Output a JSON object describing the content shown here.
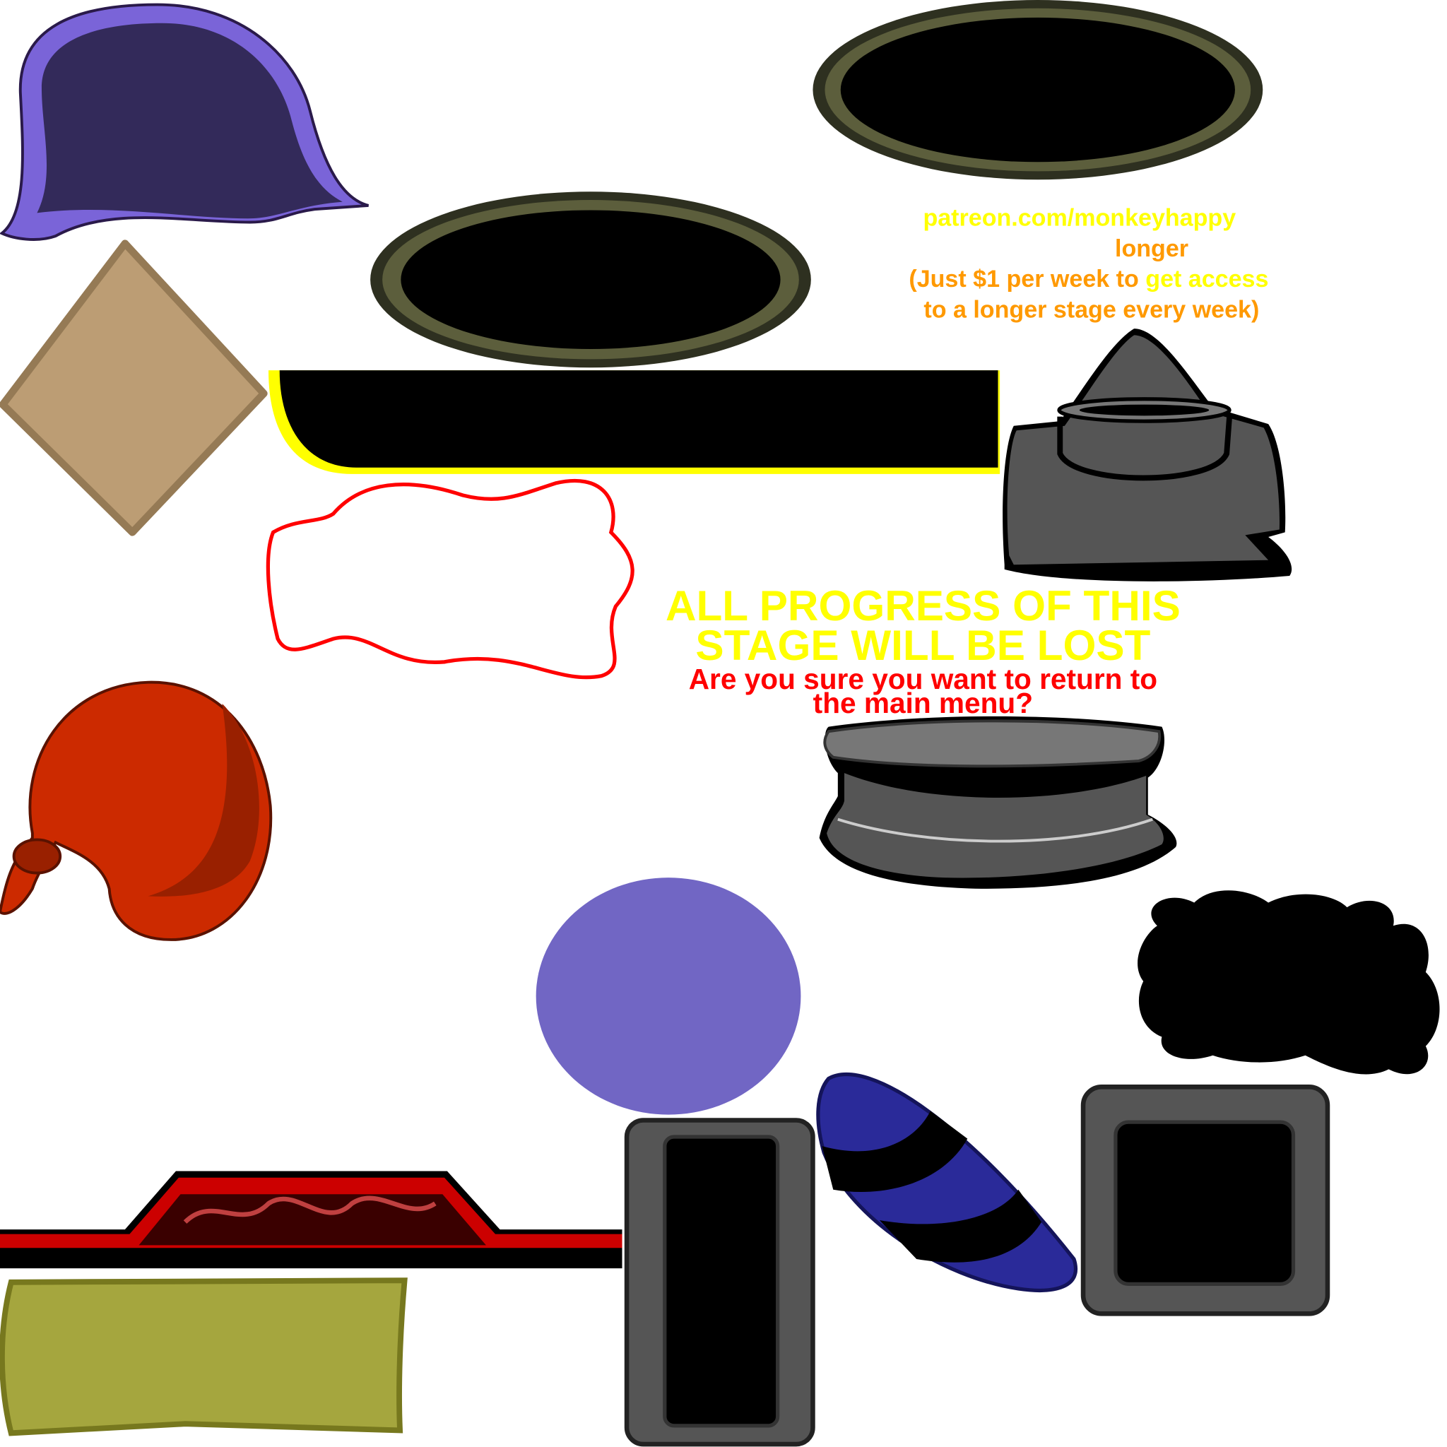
{
  "promo": {
    "url": "patreon.com/monkeyhappy",
    "word": "longer",
    "line1_a": "(Just $1 per week to ",
    "line1_b": "get access",
    "line2": "to a longer stage every week)"
  },
  "dialog": {
    "warning_line1": "ALL PROGRESS OF THIS",
    "warning_line2": "STAGE WILL BE LOST",
    "question_line1": "Are you sure you want to return to",
    "question_line2": "the main menu?"
  },
  "colors": {
    "yellow": "#ffff00",
    "orange": "#ff9900",
    "red": "#ff0000",
    "purple": "#7166c4",
    "olive": "#a5a63e"
  }
}
